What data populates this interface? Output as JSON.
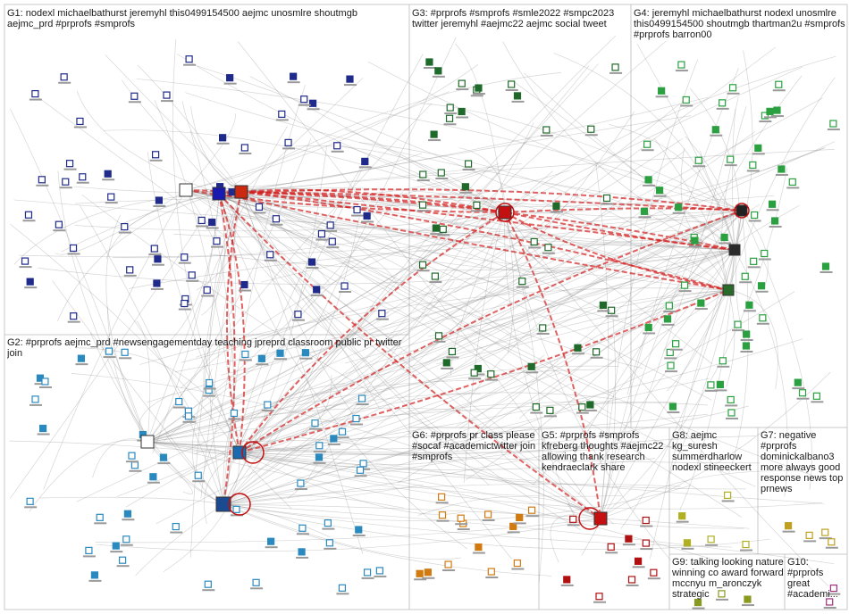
{
  "groups": [
    {
      "id": "G1",
      "label": "G1: nodexl michaelbathurst jeremyhl this0499154500 aejmc unosmlre shoutmgb aejmc_prd #prprofs #smprofs",
      "node_color": "#1f2a8a"
    },
    {
      "id": "G2",
      "label": "G2: #prprofs aejmc_prd #newsengagementday teaching jpreprd classroom public pr twitter join",
      "node_color": "#2a8ac0"
    },
    {
      "id": "G3",
      "label": "G3: #prprofs #smprofs #smle2022 #smpc2023 twitter jeremyhl #aejmc22 aejmc social tweet",
      "node_color": "#1f6a2a"
    },
    {
      "id": "G4",
      "label": "G4: jeremyhl michaelbathurst nodexl unosmlre this0499154500 shoutmgb thartman2u #smprofs #prprofs barron00",
      "node_color": "#2aa040"
    },
    {
      "id": "G5",
      "label": "G5: #prprofs #smprofs kfreberg thoughts #aejmc22 allowing thank research kendraeclark share",
      "node_color": "#b01010"
    },
    {
      "id": "G6",
      "label": "G6: #prprofs pr class please #socaf #academictwitter join #smprofs",
      "node_color": "#d07a10"
    },
    {
      "id": "G7",
      "label": "G7: negative #prprofs dominickalbano3 more always good response news top prnews",
      "node_color": "#c0a020"
    },
    {
      "id": "G8",
      "label": "G8: aejmc kg_suresh summerdharlow nodexl stineeckert",
      "node_color": "#b0b020"
    },
    {
      "id": "G9",
      "label": "G9: talking looking nature winning co award forward mccnyu m_aronczyk strategic",
      "node_color": "#8a9a20"
    },
    {
      "id": "G10",
      "label": "G10: #prprofs great #academi...",
      "node_color": "#a03080"
    }
  ]
}
